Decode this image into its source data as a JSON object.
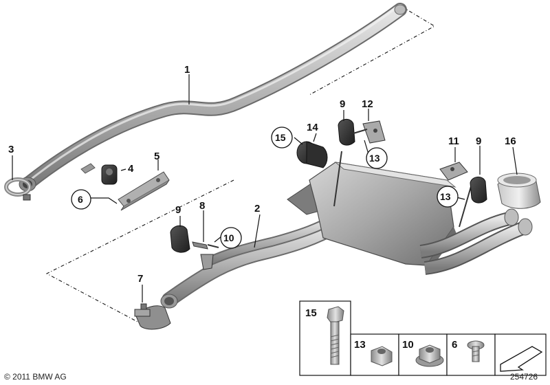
{
  "copyright": "© 2011 BMW AG",
  "figure_id": "254726",
  "labels": {
    "p1": "1",
    "p2": "2",
    "p3": "3",
    "p4": "4",
    "p5": "5",
    "p6": "6",
    "p7": "7",
    "p8": "8",
    "p9a": "9",
    "p9b": "9",
    "p9c": "9",
    "p10": "10",
    "p11": "11",
    "p12": "12",
    "p13a": "13",
    "p13b": "13",
    "p14": "14",
    "p15": "15",
    "p16": "16"
  },
  "legend": {
    "p15": "15",
    "p13": "13",
    "p10": "10",
    "p6": "6"
  }
}
